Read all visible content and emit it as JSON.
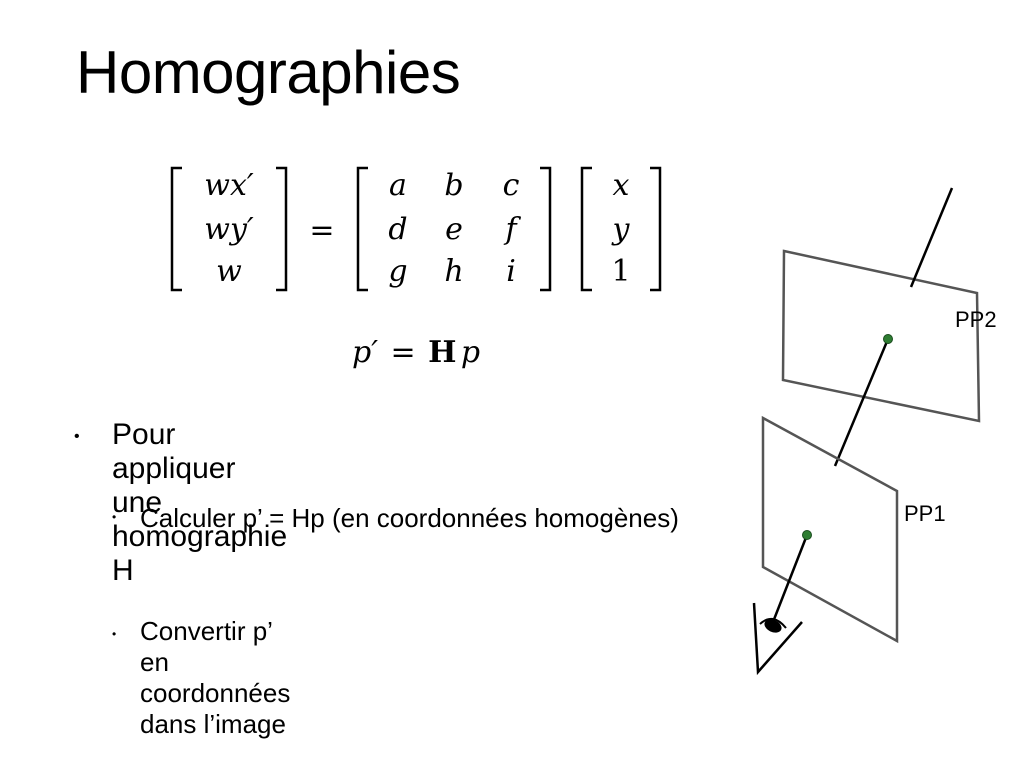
{
  "slide": {
    "title": "Homographies"
  },
  "equation": {
    "lhs": [
      "wx′",
      "wy′",
      "w"
    ],
    "equals": "=",
    "matrix": [
      [
        "a",
        "b",
        "c"
      ],
      [
        "d",
        "e",
        "f"
      ],
      [
        "g",
        "h",
        "i"
      ]
    ],
    "rhs": [
      "x",
      "y",
      "1"
    ],
    "compact": {
      "lhs": "p′",
      "equals": "=",
      "H": "H",
      "p": "p"
    }
  },
  "bullets": {
    "main": {
      "marker": "•",
      "text": "Pour appliquer une homographie H"
    },
    "sub": [
      {
        "marker": "•",
        "text": "Calculer p’ = Hp (en coordonnées homogènes)"
      },
      {
        "marker": "•",
        "text": "Convertir p’ en coordonnées dans l’image"
      }
    ]
  },
  "diagram": {
    "planes": [
      {
        "label": "PP2"
      },
      {
        "label": "PP1"
      }
    ],
    "colors": {
      "plane_stroke": "#555555",
      "ray": "#000000",
      "point": "#2e7d32"
    }
  }
}
